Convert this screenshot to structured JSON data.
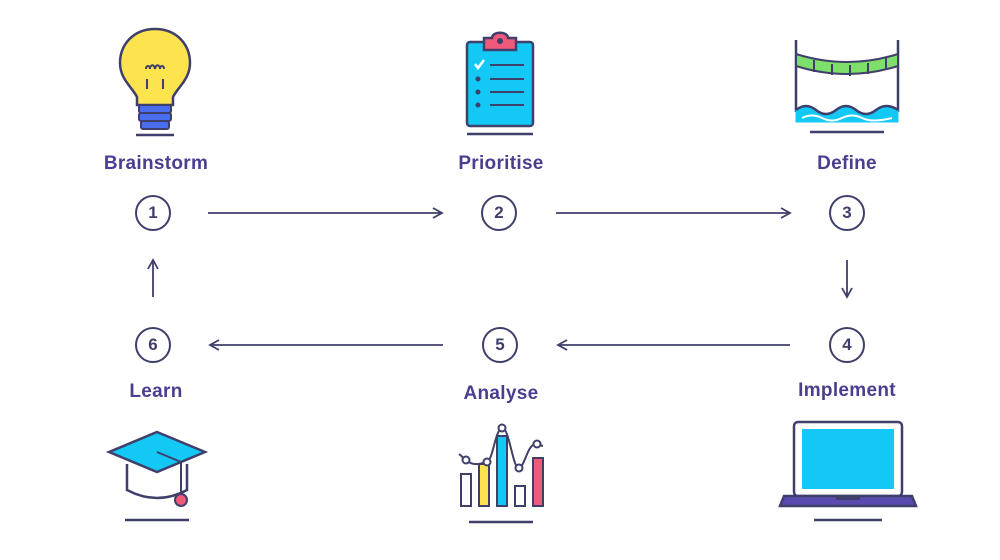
{
  "steps": [
    {
      "number": "1",
      "label": "Brainstorm",
      "icon": "lightbulb-icon"
    },
    {
      "number": "2",
      "label": "Prioritise",
      "icon": "clipboard-icon"
    },
    {
      "number": "3",
      "label": "Define",
      "icon": "bridge-icon"
    },
    {
      "number": "4",
      "label": "Implement",
      "icon": "laptop-icon"
    },
    {
      "number": "5",
      "label": "Analyse",
      "icon": "chart-icon"
    },
    {
      "number": "6",
      "label": "Learn",
      "icon": "graduation-cap-icon"
    }
  ],
  "colors": {
    "label": "#4b3d8f",
    "outline": "#3f3f6b",
    "yellow": "#fde34d",
    "cyan": "#12c8f5",
    "blue": "#4a6ef0",
    "green": "#7ee06a",
    "pink": "#f05a7a",
    "purple": "#5a4ab0"
  }
}
